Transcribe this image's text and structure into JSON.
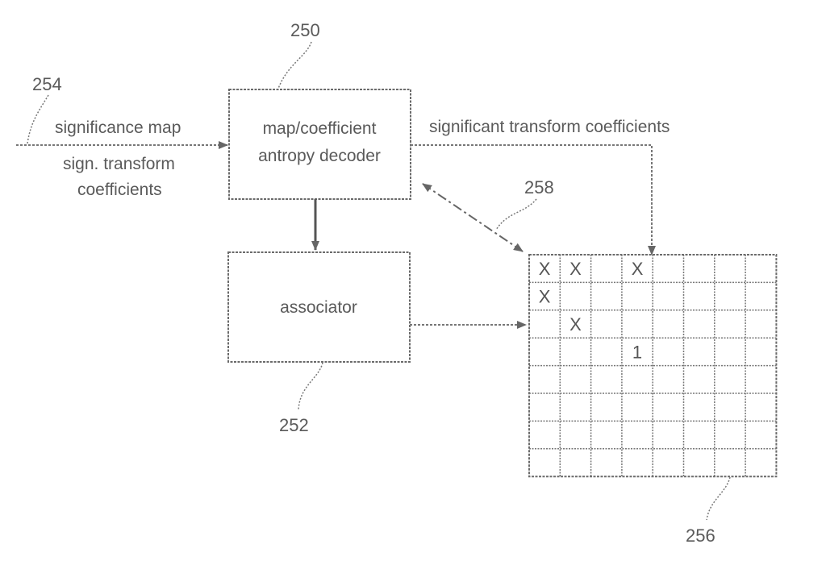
{
  "refs": {
    "decoder": "250",
    "associator": "252",
    "input": "254",
    "grid": "256",
    "link": "258"
  },
  "input_labels": [
    "significance map",
    "sign. transform",
    "coefficients"
  ],
  "decoder_lines": [
    "map/coefficient",
    "antropy decoder"
  ],
  "associator_label": "associator",
  "output_label": "significant transform coefficients",
  "grid": {
    "rows": 8,
    "cols": 8,
    "marks": [
      {
        "r": 0,
        "c": 0,
        "t": "X"
      },
      {
        "r": 0,
        "c": 1,
        "t": "X"
      },
      {
        "r": 0,
        "c": 3,
        "t": "X"
      },
      {
        "r": 1,
        "c": 0,
        "t": "X"
      },
      {
        "r": 2,
        "c": 1,
        "t": "X"
      },
      {
        "r": 3,
        "c": 3,
        "t": "1"
      }
    ]
  }
}
